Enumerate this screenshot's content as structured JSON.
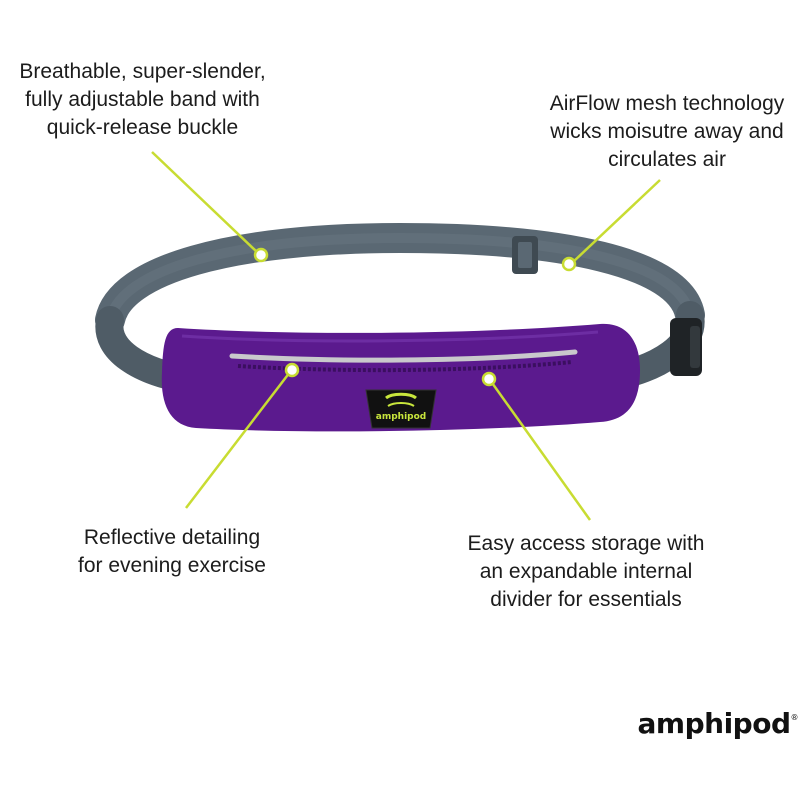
{
  "callouts": [
    {
      "lines": [
        "Breathable, super-slender,",
        "fully adjustable band with",
        "quick-release buckle"
      ]
    },
    {
      "lines": [
        "AirFlow mesh technology",
        "wicks moisutre away and",
        "circulates air"
      ]
    },
    {
      "lines": [
        "Reflective detailing",
        "for evening exercise"
      ]
    },
    {
      "lines": [
        "Easy access storage with",
        "an expandable internal",
        "divider for essentials"
      ]
    }
  ],
  "badge": {
    "text": "amphipod"
  },
  "brand": {
    "logo_text": "amphipod"
  },
  "colors": {
    "pouch": "#5b1a8e",
    "band": "#5a6873",
    "callout_line": "#c8dc32",
    "reflective": "#c9c9cc",
    "badge_accent": "#c8e63c"
  },
  "icons": [
    "amphipod-logo-icon",
    "callout-dot-icon"
  ]
}
